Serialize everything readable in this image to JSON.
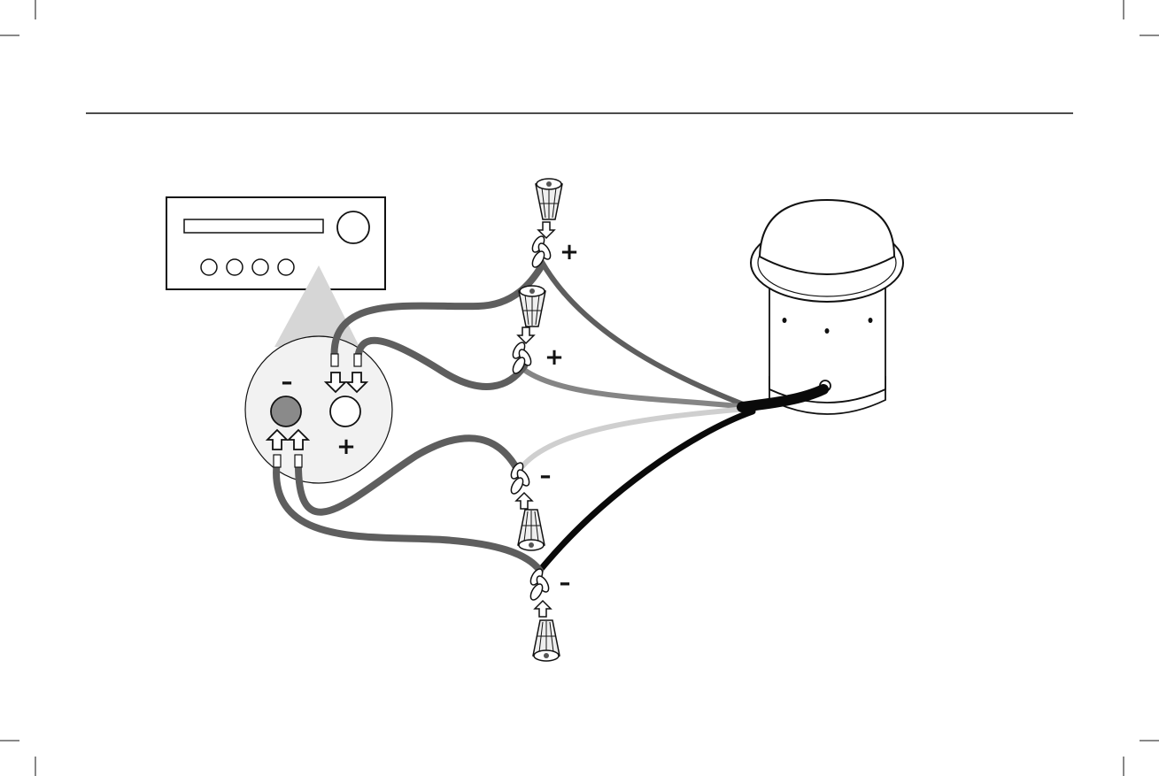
{
  "colors": {
    "ink": "#111111",
    "wire_dark": "#5e5e5e",
    "wire_mid": "#858585",
    "wire_light": "#cfcfcf",
    "wire_black": "#0a0a0a",
    "terminal_negative": "#8a8a8a",
    "zoom_fill": "#d6d6d6",
    "zoom_circle_fill": "#f2f2f2",
    "speaker_body": "#ffffff",
    "wire_nut": "#eeeeee"
  },
  "amplifier": {
    "icon": "amplifier-icon",
    "knob_count": 4
  },
  "terminals": {
    "negative_symbol": "–",
    "positive_symbol": "+"
  },
  "junctions": [
    {
      "symbol": "+",
      "polarity": "positive"
    },
    {
      "symbol": "+",
      "polarity": "positive"
    },
    {
      "symbol": "–",
      "polarity": "negative"
    },
    {
      "symbol": "–",
      "polarity": "negative"
    }
  ],
  "speaker": {
    "icon": "in-ceiling-speaker-icon"
  },
  "icons": {
    "wire_nut": "wire-nut-icon",
    "arrow": "arrow-down-icon",
    "twist": "twisted-wire-icon"
  }
}
